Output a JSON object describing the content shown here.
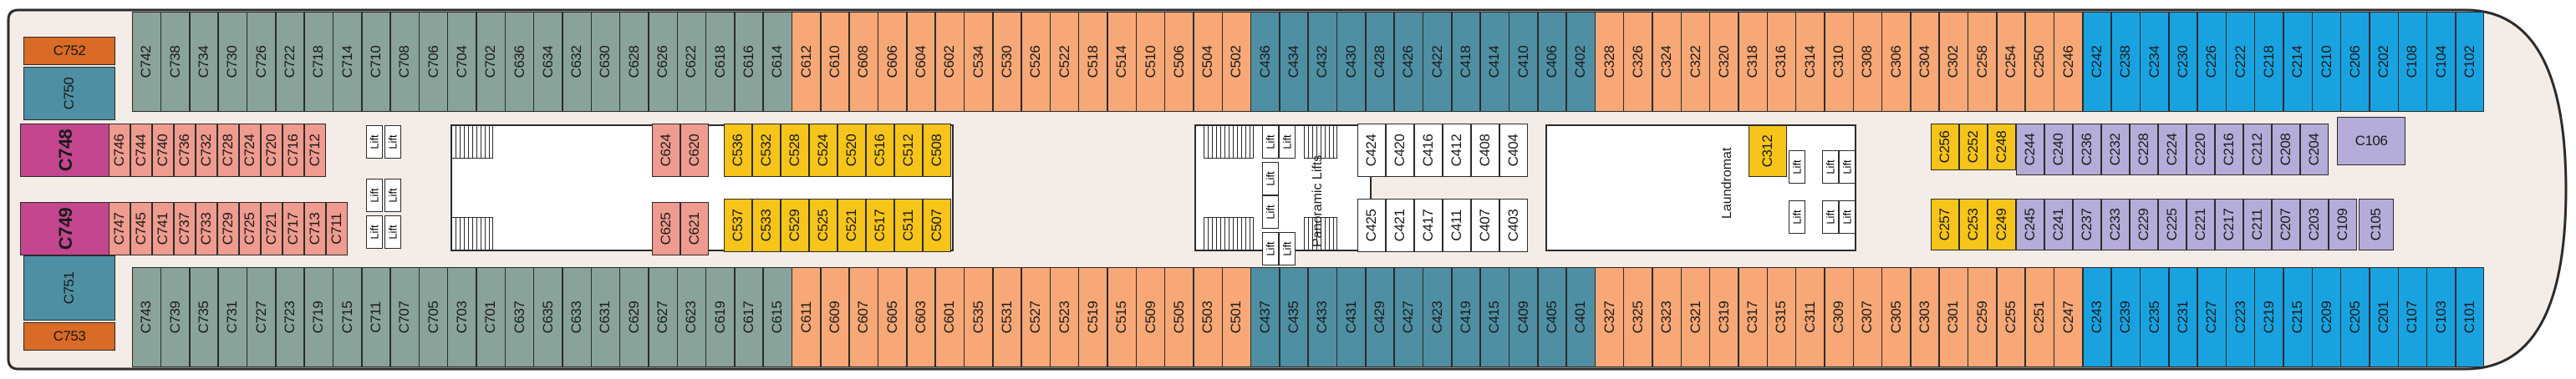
{
  "deck_plan": {
    "colors": {
      "sea_green": "#8aa39a",
      "orange": "#f7a876",
      "teal": "#4f8fa3",
      "blue": "#18a3e0",
      "pink": "#ef9b8f",
      "magenta": "#c4468e",
      "yellow": "#f7c51a",
      "lavender": "#b6acd9",
      "dark_orange": "#d96b26"
    },
    "labels": {
      "lift": "Lift",
      "panoramic_lifts": "Panoramic Lifts",
      "laundromat": "Laundromat"
    },
    "top_row": [
      "C742",
      "C738",
      "C734",
      "C730",
      "C726",
      "C722",
      "C718",
      "C714",
      "C710",
      "C708",
      "C706",
      "C704",
      "C702",
      "C636",
      "C634",
      "C632",
      "C630",
      "C628",
      "C626",
      "C622",
      "C618",
      "C616",
      "C614",
      "C612",
      "C610",
      "C608",
      "C606",
      "C604",
      "C602",
      "C534",
      "C530",
      "C526",
      "C522",
      "C518",
      "C514",
      "C510",
      "C506",
      "C504",
      "C502",
      "C436",
      "C434",
      "C432",
      "C430",
      "C428",
      "C426",
      "C422",
      "C418",
      "C414",
      "C410",
      "C406",
      "C402",
      "C328",
      "C326",
      "C324",
      "C322",
      "C320",
      "C318",
      "C316",
      "C314",
      "C310",
      "C308",
      "C306",
      "C304",
      "C302",
      "C258",
      "C254",
      "C250",
      "C246",
      "C242",
      "C238",
      "C234",
      "C230",
      "C226",
      "C222",
      "C218",
      "C214",
      "C210",
      "C206",
      "C202",
      "C108",
      "C104",
      "C102"
    ],
    "bottom_row": [
      "C743",
      "C739",
      "C735",
      "C731",
      "C727",
      "C723",
      "C719",
      "C715",
      "C711",
      "C707",
      "C705",
      "C703",
      "C701",
      "C637",
      "C635",
      "C633",
      "C631",
      "C629",
      "C627",
      "C623",
      "C619",
      "C617",
      "C615",
      "C611",
      "C609",
      "C607",
      "C605",
      "C603",
      "C601",
      "C535",
      "C531",
      "C527",
      "C523",
      "C519",
      "C515",
      "C509",
      "C505",
      "C503",
      "C501",
      "C437",
      "C435",
      "C433",
      "C431",
      "C429",
      "C427",
      "C423",
      "C419",
      "C415",
      "C409",
      "C405",
      "C401",
      "C327",
      "C325",
      "C323",
      "C321",
      "C319",
      "C317",
      "C315",
      "C311",
      "C309",
      "C307",
      "C305",
      "C303",
      "C301",
      "C259",
      "C255",
      "C251",
      "C247",
      "C243",
      "C239",
      "C235",
      "C231",
      "C227",
      "C223",
      "C219",
      "C215",
      "C209",
      "C205",
      "C201",
      "C107",
      "C103",
      "C101"
    ],
    "stern": {
      "top": "C752",
      "bottom": "C753",
      "left_top": "C750",
      "left_bottom": "C751",
      "suite_top": "C748",
      "suite_bottom": "C749"
    },
    "aft_inner_top": [
      "C746",
      "C744",
      "C740",
      "C736",
      "C732",
      "C728",
      "C724",
      "C720",
      "C716",
      "C712"
    ],
    "aft_inner_bottom": [
      "C747",
      "C745",
      "C741",
      "C737",
      "C733",
      "C729",
      "C725",
      "C721",
      "C717",
      "C713"
    ],
    "aft_bottom_extra": [
      "C711"
    ],
    "mid_pink": {
      "top": [
        "C624",
        "C620"
      ],
      "bottom": [
        "C625",
        "C621"
      ]
    },
    "yellow_top": [
      "C536",
      "C532",
      "C528",
      "C524",
      "C520",
      "C516",
      "C512",
      "C508"
    ],
    "yellow_bottom": [
      "C537",
      "C533",
      "C529",
      "C525",
      "C521",
      "C517",
      "C511",
      "C507"
    ],
    "white_top": [
      "C424",
      "C420",
      "C416",
      "C412",
      "C408",
      "C404"
    ],
    "white_bottom": [
      "C425",
      "C421",
      "C417",
      "C411",
      "C407",
      "C403"
    ],
    "center_yellow": "C312",
    "fwd_yellow_top": [
      "C256",
      "C252",
      "C248"
    ],
    "fwd_yellow_bottom": [
      "C257",
      "C253",
      "C249"
    ],
    "lav_top": [
      "C244",
      "C240",
      "C236",
      "C232",
      "C228",
      "C224",
      "C220",
      "C216",
      "C212",
      "C208",
      "C204"
    ],
    "lav_bottom": [
      "C245",
      "C241",
      "C237",
      "C233",
      "C229",
      "C225",
      "C221",
      "C217",
      "C211",
      "C207",
      "C203",
      "C109"
    ],
    "lav_single_top": "C106",
    "lav_single_bottom": "C105"
  }
}
